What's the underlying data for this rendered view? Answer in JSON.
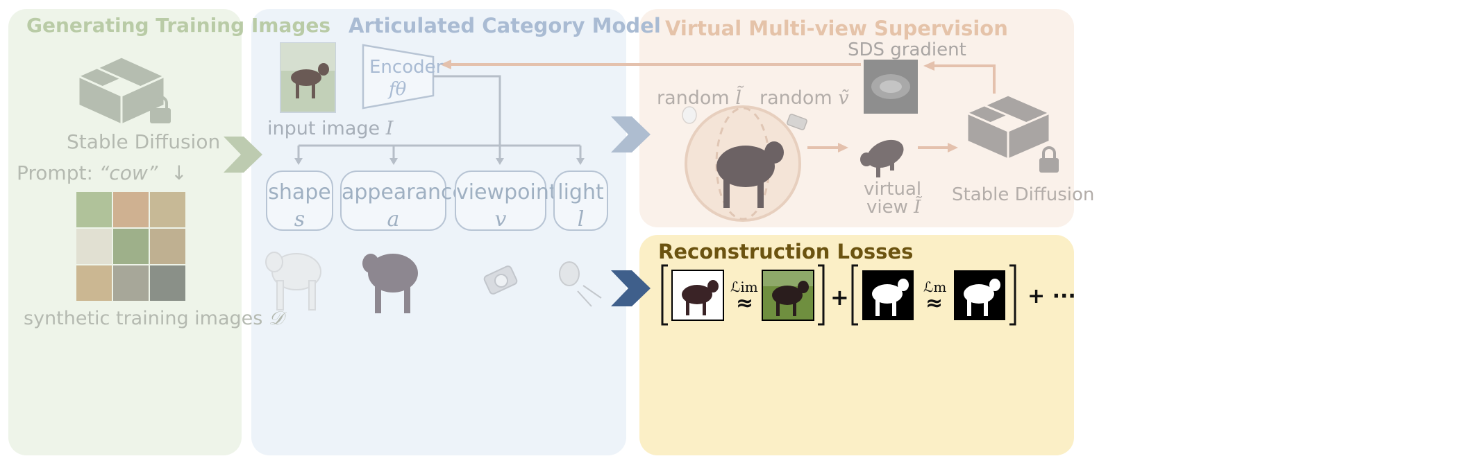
{
  "panels": {
    "generating": {
      "title": "Generating Training Images",
      "sd_label": "Stable Diffusion",
      "prompt_label": "Prompt:",
      "prompt_value": "“cow”",
      "arrow_glyph": "↓",
      "images_label": "synthetic training images",
      "images_symbol": "𝒟"
    },
    "articulated": {
      "title": "Articulated Category Model",
      "input_label": "input image",
      "input_symbol": "I",
      "encoder_label": "Encoder",
      "encoder_symbol": "fθ",
      "factors": [
        {
          "label": "shape",
          "symbol": "s"
        },
        {
          "label": "appearance",
          "symbol": "a"
        },
        {
          "label": "viewpoint",
          "symbol": "v"
        },
        {
          "label": "light",
          "symbol": "l"
        }
      ]
    },
    "virtual": {
      "title": "Virtual Multi-view Supervision",
      "sds_label": "SDS gradient",
      "random_light_label": "random",
      "random_light_symbol": "l̃",
      "random_view_label": "random",
      "random_view_symbol": "ṽ",
      "virtual_view_line1": "virtual",
      "virtual_view_line2": "view",
      "virtual_view_symbol": "Ĩ",
      "sd_label": "Stable Diffusion"
    },
    "reconstruction": {
      "title": "Reconstruction Losses",
      "loss_im": "ℒim",
      "loss_m": "ℒm",
      "approx": "≈",
      "plus": "+",
      "ellipsis": "+ ···"
    }
  },
  "colors": {
    "gen_panel": "#eef4e9",
    "art_panel": "#edf3f9",
    "virt_panel": "#faf1ea",
    "recon_panel": "#fbefc6",
    "gen_title": "#b9cba6",
    "art_title": "#a9bbd3",
    "virt_title": "#e5c3a9",
    "recon_title": "#6b5310",
    "arrow_blue_light": "#aebdd0",
    "arrow_blue_dark": "#3f5f8b",
    "arrow_green": "#bdcbb0",
    "arrow_tan": "#e4c1ad"
  }
}
